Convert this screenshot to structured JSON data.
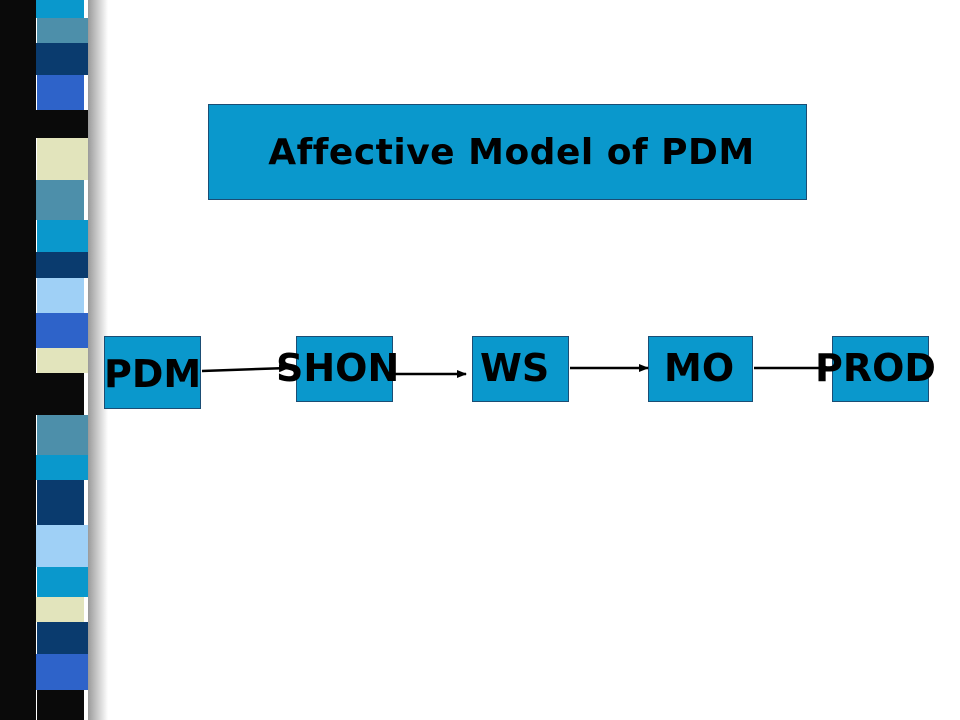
{
  "diagram": {
    "title": "Affective Model of PDM",
    "nodes": [
      {
        "id": "pdm",
        "label": "PDM"
      },
      {
        "id": "shon",
        "label": "SHON"
      },
      {
        "id": "ws",
        "label": "WS"
      },
      {
        "id": "mo",
        "label": "MO"
      },
      {
        "id": "prod",
        "label": "PROD"
      }
    ],
    "edges": [
      {
        "from": "pdm",
        "to": "shon"
      },
      {
        "from": "shon",
        "to": "ws"
      },
      {
        "from": "ws",
        "to": "mo"
      },
      {
        "from": "mo",
        "to": "prod"
      }
    ]
  },
  "colors": {
    "box_fill": "#0a98cc",
    "box_border": "#1b4d74",
    "text": "#000000",
    "arrow": "#000000"
  }
}
